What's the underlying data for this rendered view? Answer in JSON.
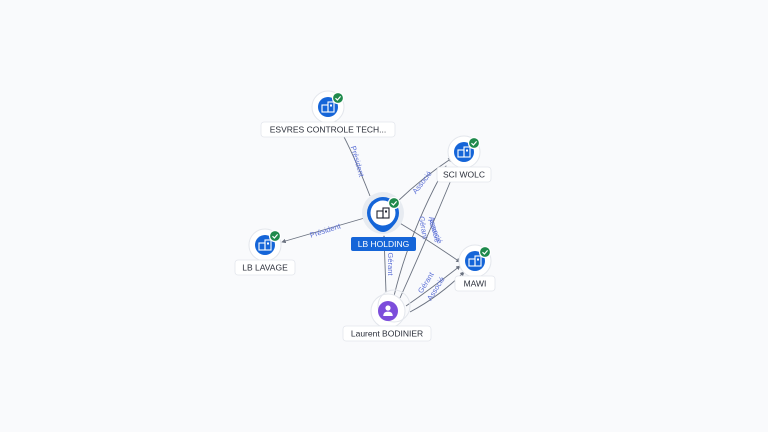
{
  "colors": {
    "company": "#1565d8",
    "person": "#7c4ddb",
    "verified": "#1f8a4c",
    "edge": "#6b7280",
    "edge_label": "#5b6fd6"
  },
  "nodes": {
    "lb_holding": {
      "label": "LB HOLDING",
      "icon": "building-icon",
      "verified": true,
      "main": true
    },
    "esvres": {
      "label": "ESVRES CONTROLE TECH...",
      "icon": "building-icon",
      "verified": true
    },
    "sci_wolc": {
      "label": "SCI WOLC",
      "icon": "building-icon",
      "verified": true
    },
    "lb_lavage": {
      "label": "LB LAVAGE",
      "icon": "building-icon",
      "verified": true
    },
    "mawi": {
      "label": "MAWI",
      "icon": "building-icon",
      "verified": true
    },
    "laurent": {
      "label": "Laurent BODINIER",
      "icon": "person-icon",
      "verified": false
    }
  },
  "edges": [
    {
      "from": "lb_holding",
      "to": "esvres",
      "label": "Président"
    },
    {
      "from": "lb_holding",
      "to": "sci_wolc",
      "label": "Associé"
    },
    {
      "from": "lb_holding",
      "to": "lb_lavage",
      "label": "Président"
    },
    {
      "from": "lb_holding",
      "to": "mawi",
      "label": "Associé"
    },
    {
      "from": "laurent",
      "to": "lb_holding",
      "label": "Gérant"
    },
    {
      "from": "laurent",
      "to": "sci_wolc",
      "label": "Gérant"
    },
    {
      "from": "laurent",
      "to": "sci_wolc",
      "label": "Associé"
    },
    {
      "from": "laurent",
      "to": "mawi",
      "label": "Gérant"
    },
    {
      "from": "laurent",
      "to": "mawi",
      "label": "Associé"
    }
  ]
}
